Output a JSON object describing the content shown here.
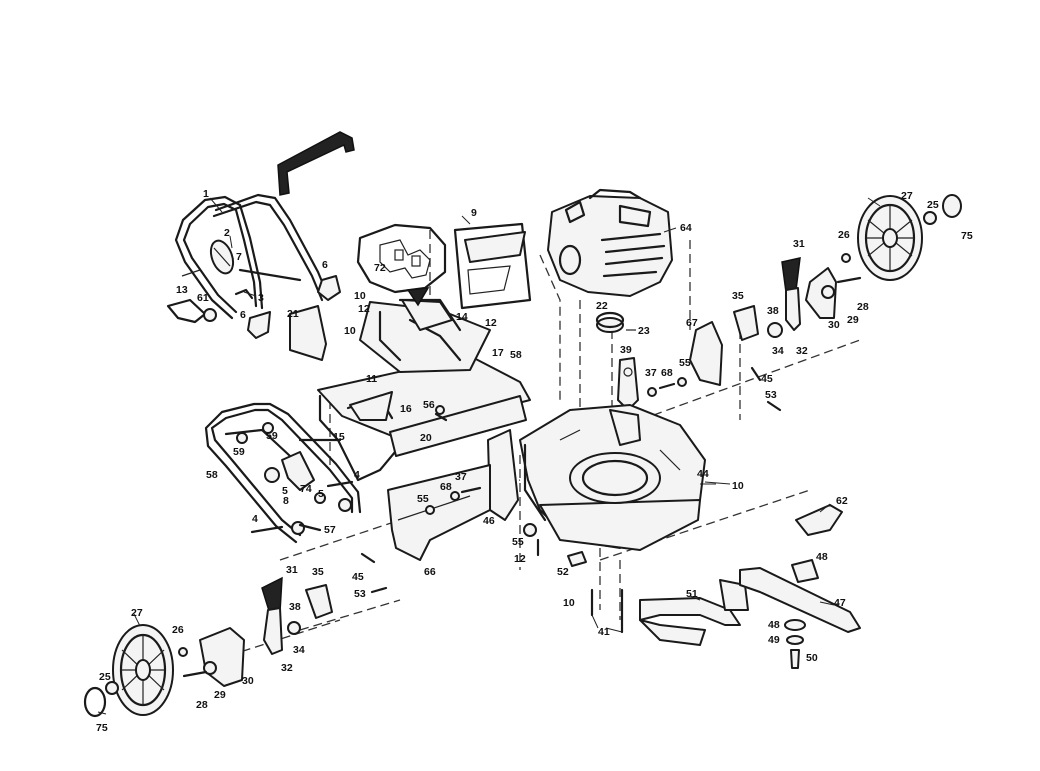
{
  "callouts": [
    {
      "id": "c1",
      "label": "1"
    },
    {
      "id": "c2",
      "label": "2"
    },
    {
      "id": "c7",
      "label": "7"
    },
    {
      "id": "c3",
      "label": "3"
    },
    {
      "id": "c13",
      "label": "13"
    },
    {
      "id": "c61",
      "label": "61"
    },
    {
      "id": "c6a",
      "label": "6"
    },
    {
      "id": "c6b",
      "label": "6"
    },
    {
      "id": "c21",
      "label": "21"
    },
    {
      "id": "c72",
      "label": "72"
    },
    {
      "id": "c9",
      "label": "9"
    },
    {
      "id": "c10a",
      "label": "10"
    },
    {
      "id": "c12a",
      "label": "12"
    },
    {
      "id": "c10b",
      "label": "10"
    },
    {
      "id": "c14",
      "label": "14"
    },
    {
      "id": "c12b",
      "label": "12"
    },
    {
      "id": "c17",
      "label": "17"
    },
    {
      "id": "c58a",
      "label": "58"
    },
    {
      "id": "c11",
      "label": "11"
    },
    {
      "id": "c16",
      "label": "16"
    },
    {
      "id": "c15",
      "label": "15"
    },
    {
      "id": "c56",
      "label": "56"
    },
    {
      "id": "c20",
      "label": "20"
    },
    {
      "id": "c64",
      "label": "64"
    },
    {
      "id": "c22",
      "label": "22"
    },
    {
      "id": "c23",
      "label": "23"
    },
    {
      "id": "c39",
      "label": "39"
    },
    {
      "id": "c37a",
      "label": "37"
    },
    {
      "id": "c68a",
      "label": "68"
    },
    {
      "id": "c55a",
      "label": "55"
    },
    {
      "id": "c67",
      "label": "67"
    },
    {
      "id": "c45a",
      "label": "45"
    },
    {
      "id": "c53a",
      "label": "53"
    },
    {
      "id": "c35a",
      "label": "35"
    },
    {
      "id": "c38a",
      "label": "38"
    },
    {
      "id": "c34a",
      "label": "34"
    },
    {
      "id": "c32a",
      "label": "32"
    },
    {
      "id": "c31a",
      "label": "31"
    },
    {
      "id": "c30a",
      "label": "30"
    },
    {
      "id": "c29a",
      "label": "29"
    },
    {
      "id": "c28a",
      "label": "28"
    },
    {
      "id": "c26a",
      "label": "26"
    },
    {
      "id": "c27a",
      "label": "27"
    },
    {
      "id": "c25a",
      "label": "25"
    },
    {
      "id": "c75a",
      "label": "75"
    },
    {
      "id": "c44",
      "label": "44"
    },
    {
      "id": "c10c",
      "label": "10"
    },
    {
      "id": "c59a",
      "label": "59"
    },
    {
      "id": "c59b",
      "label": "59"
    },
    {
      "id": "c58b",
      "label": "58"
    },
    {
      "id": "c74",
      "label": "74"
    },
    {
      "id": "c5a",
      "label": "5"
    },
    {
      "id": "c5b",
      "label": "5"
    },
    {
      "id": "c4a",
      "label": "4"
    },
    {
      "id": "c8",
      "label": "8"
    },
    {
      "id": "c4b",
      "label": "4"
    },
    {
      "id": "c57",
      "label": "57"
    },
    {
      "id": "c37b",
      "label": "37"
    },
    {
      "id": "c68b",
      "label": "68"
    },
    {
      "id": "c55b",
      "label": "55"
    },
    {
      "id": "c46",
      "label": "46"
    },
    {
      "id": "c55c",
      "label": "55"
    },
    {
      "id": "c12c",
      "label": "12"
    },
    {
      "id": "c45b",
      "label": "45"
    },
    {
      "id": "c66",
      "label": "66"
    },
    {
      "id": "c53b",
      "label": "53"
    },
    {
      "id": "c52",
      "label": "52"
    },
    {
      "id": "c10d",
      "label": "10"
    },
    {
      "id": "c51",
      "label": "51"
    },
    {
      "id": "c41",
      "label": "41"
    },
    {
      "id": "c62",
      "label": "62"
    },
    {
      "id": "c48a",
      "label": "48"
    },
    {
      "id": "c47",
      "label": "47"
    },
    {
      "id": "c48b",
      "label": "48"
    },
    {
      "id": "c49",
      "label": "49"
    },
    {
      "id": "c50",
      "label": "50"
    },
    {
      "id": "c31b",
      "label": "31"
    },
    {
      "id": "c35b",
      "label": "35"
    },
    {
      "id": "c38b",
      "label": "38"
    },
    {
      "id": "c34b",
      "label": "34"
    },
    {
      "id": "c32b",
      "label": "32"
    },
    {
      "id": "c30b",
      "label": "30"
    },
    {
      "id": "c29b",
      "label": "29"
    },
    {
      "id": "c28b",
      "label": "28"
    },
    {
      "id": "c26b",
      "label": "26"
    },
    {
      "id": "c27b",
      "label": "27"
    },
    {
      "id": "c25b",
      "label": "25"
    },
    {
      "id": "c75b",
      "label": "75"
    }
  ]
}
